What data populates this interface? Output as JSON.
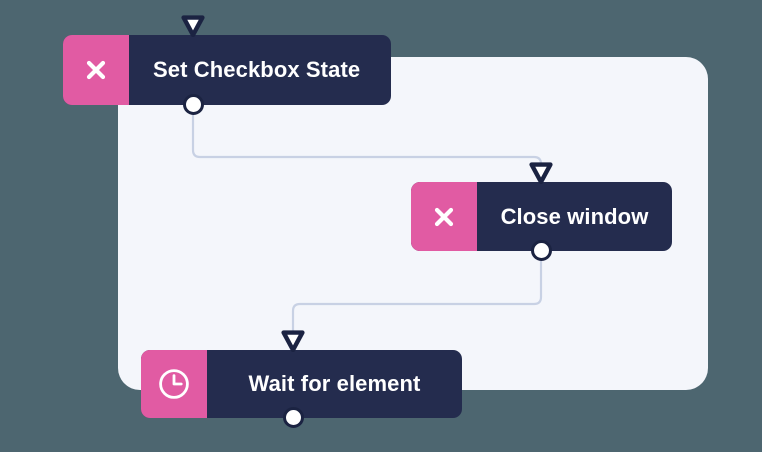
{
  "canvas": {
    "background_color": "#4d6670",
    "board_color": "#f4f6fb",
    "node_color": "#242c4e",
    "accent_color": "#e15ba3",
    "connector_color": "#c8d1e4",
    "port_fill_color": "#ffffff",
    "port_stroke_color": "#1b2342"
  },
  "nodes": [
    {
      "id": "set-checkbox-state",
      "label": "Set Checkbox State",
      "icon": "cross-icon",
      "input_port": "input-port",
      "output_port": "output-port"
    },
    {
      "id": "close-window",
      "label": "Close window",
      "icon": "cross-icon",
      "input_port": "input-port",
      "output_port": "output-port"
    },
    {
      "id": "wait-for-element",
      "label": "Wait for element",
      "icon": "clock-icon",
      "input_port": "input-port",
      "output_port": "output-port"
    }
  ],
  "connectors": [
    {
      "id": "edge-1",
      "from": "set-checkbox-state",
      "to": "close-window"
    },
    {
      "id": "edge-2",
      "from": "close-window",
      "to": "wait-for-element"
    }
  ]
}
